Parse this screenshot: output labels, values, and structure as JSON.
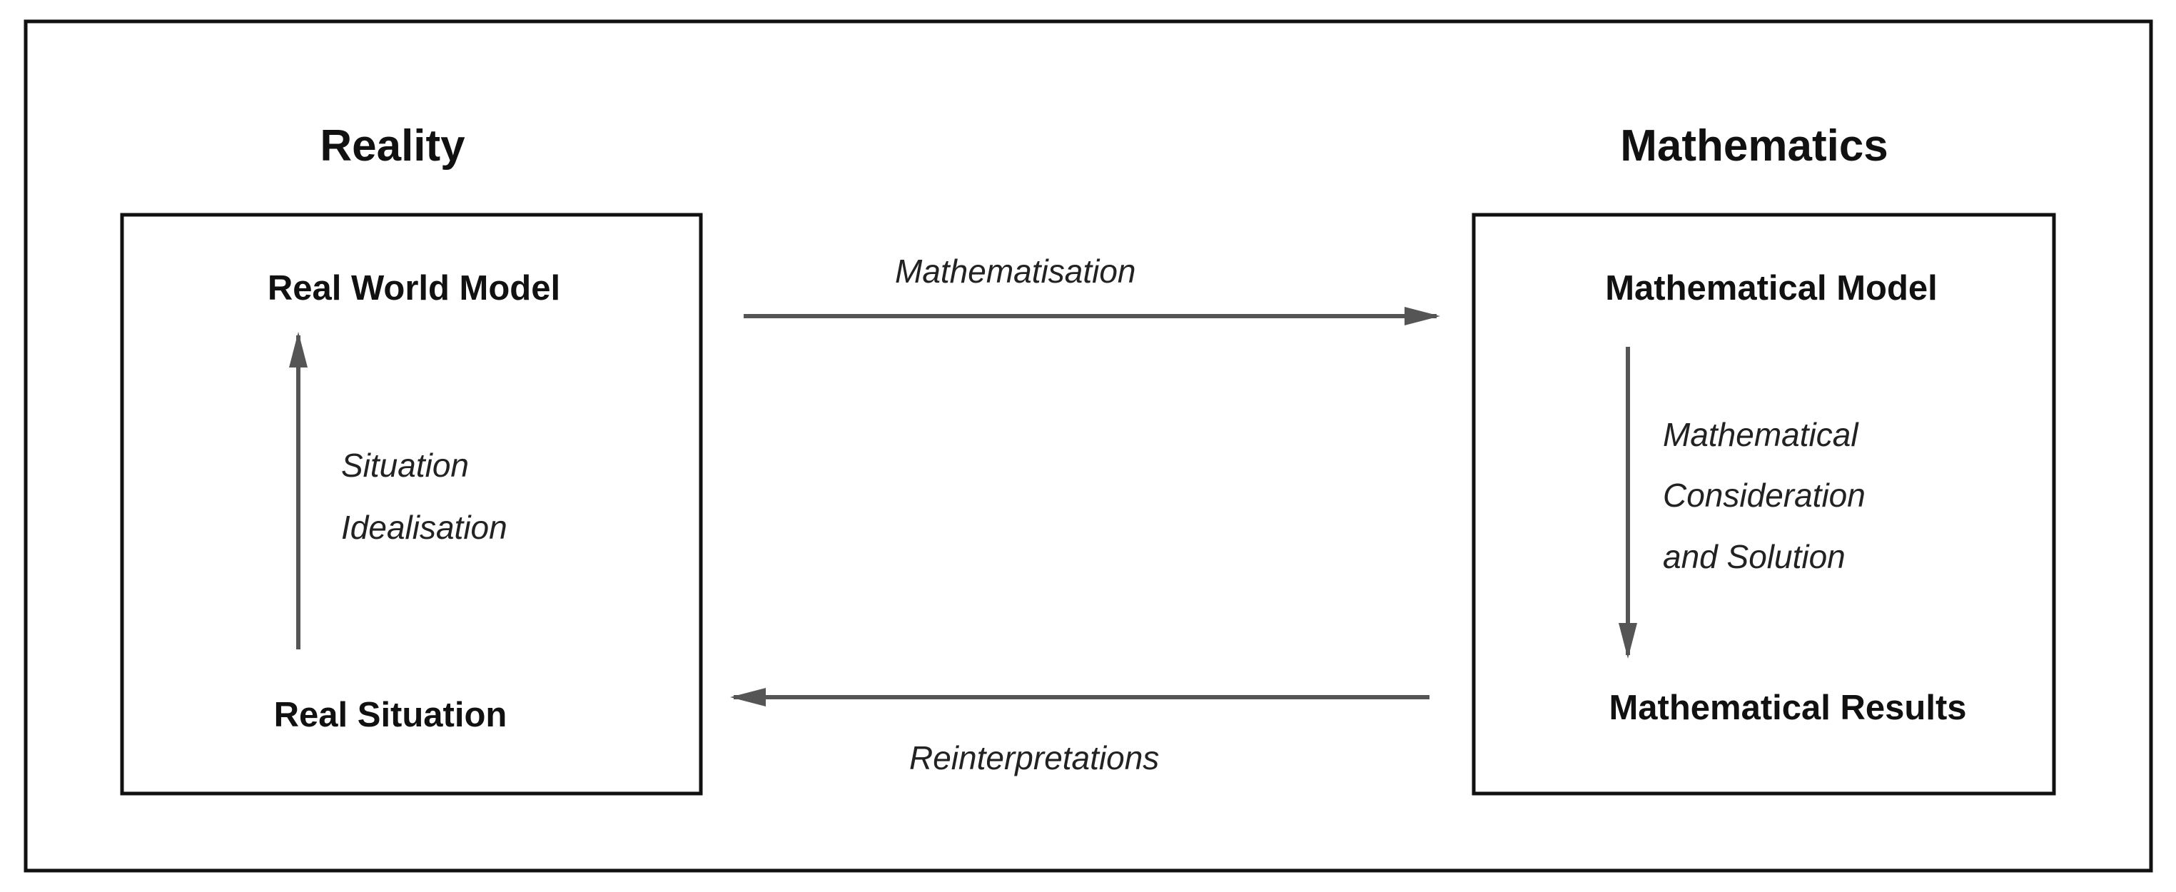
{
  "titles": {
    "reality": "Reality",
    "mathematics": "Mathematics"
  },
  "nodes": {
    "real_world_model": "Real World Model",
    "real_situation": "Real Situation",
    "mathematical_model": "Mathematical Model",
    "mathematical_results": "Mathematical Results"
  },
  "edges": {
    "situation_idealisation": [
      "Situation",
      "Idealisation"
    ],
    "mathematisation": "Mathematisation",
    "mathematical_consideration": [
      "Mathematical",
      "Consideration",
      "and Solution"
    ],
    "reinterpretations": "Reinterpretations"
  },
  "colors": {
    "arrow": "#555555",
    "border": "#111111"
  }
}
